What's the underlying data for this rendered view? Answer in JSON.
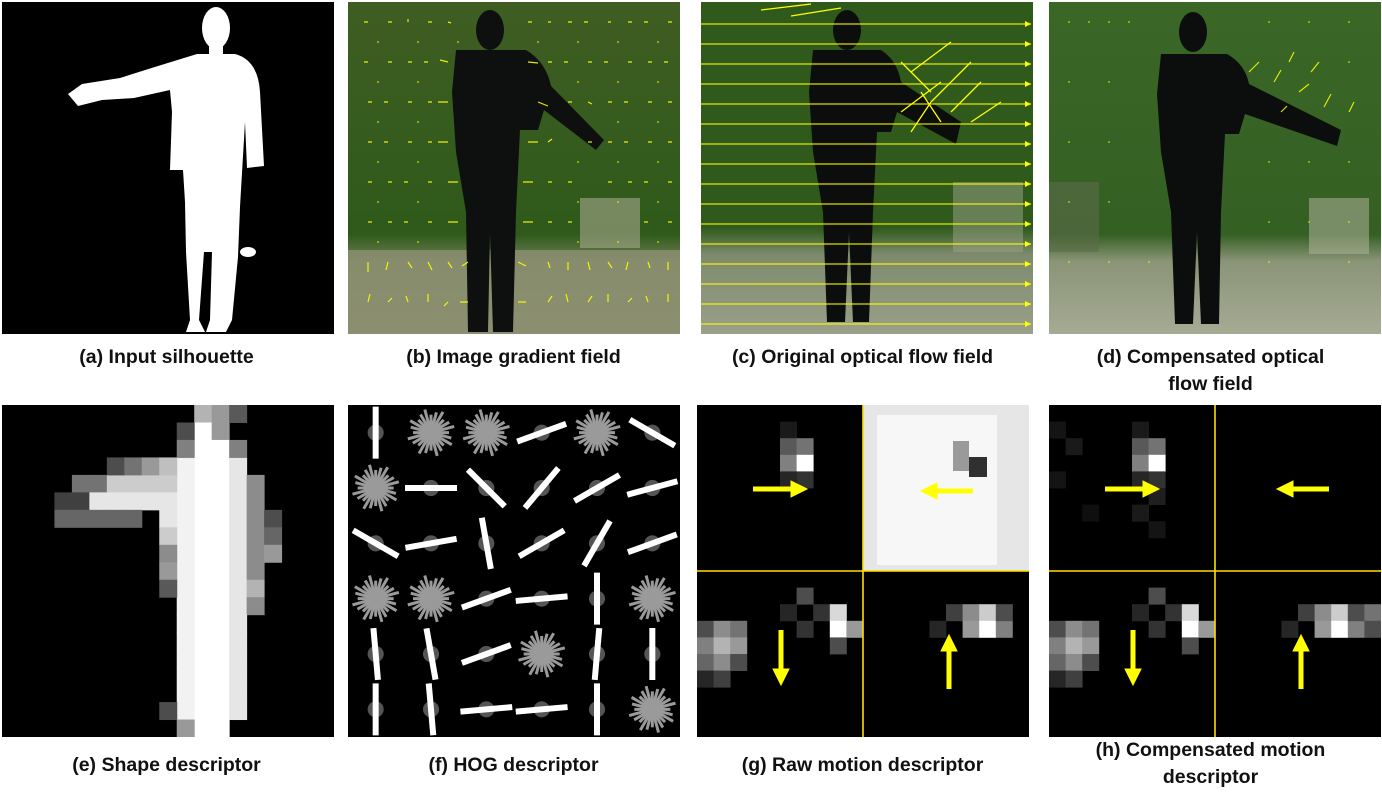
{
  "figure": {
    "captions": {
      "a": "(a) Input silhouette",
      "b": "(b) Image gradient field",
      "c": "(c) Original optical flow field",
      "d": "(d) Compensated optical\nflow field",
      "e": "(e) Shape descriptor",
      "f": "(f) HOG descriptor",
      "g": "(g) Raw motion descriptor",
      "h": "(h) Compensated motion\ndescriptor"
    },
    "panels": [
      {
        "id": "a",
        "image": "binary human silhouette with right arm extended, white on black"
      },
      {
        "id": "b",
        "image": "person standing in green studio overlaid with yellow image gradient arrows"
      },
      {
        "id": "c",
        "image": "person with arm extended overlaid with horizontal yellow optical flow arrows"
      },
      {
        "id": "d",
        "image": "person with arm extended overlaid with sparse yellow compensated flow arrows"
      },
      {
        "id": "e",
        "image": "coarse grayscale grid of the silhouette"
      },
      {
        "id": "f",
        "image": "6x6 grid of HOG rose glyphs on black"
      },
      {
        "id": "g",
        "image": "four quadrant motion descriptor with yellow direction arrows, one quadrant bright"
      },
      {
        "id": "h",
        "image": "four quadrant compensated motion descriptor with yellow direction arrows"
      }
    ],
    "colors": {
      "arrow": "#ffff00",
      "divider": "#ffe000",
      "studio_green": "#2f5a1c",
      "background": "#000000"
    }
  }
}
